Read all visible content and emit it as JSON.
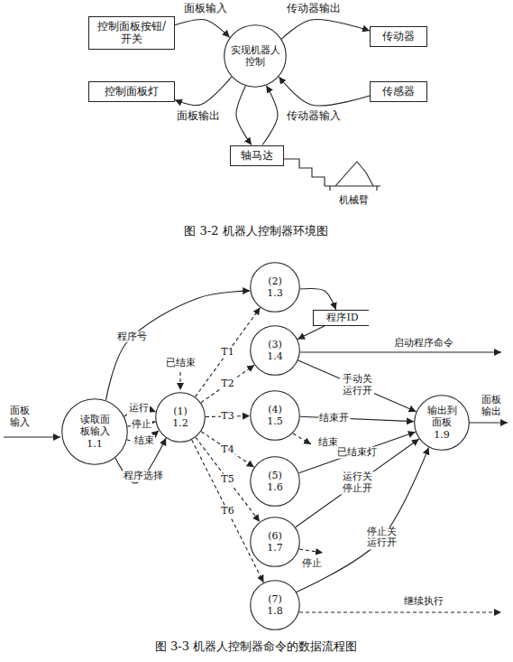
{
  "diagram": {
    "caption": "图 3-3 机器人控制器命令的数据流程图",
    "nodes": [
      {
        "text": [
          "控制面板按钮/开关"
        ]
      },
      {
        "text": [
          "实现机器人控制"
        ]
      },
      {
        "text": [
          "传动器"
        ]
      },
      {
        "text": [
          "控制面板灯"
        ]
      },
      {
        "text": [
          "传感器"
        ]
      },
      {
        "text": [
          "轴马达"
        ]
      },
      {
        "text": [
          "读取面板输入",
          "1.1"
        ]
      },
      {
        "text": [
          "(1)",
          "1.2"
        ]
      },
      {
        "text": [
          "(2)",
          "1.3"
        ]
      },
      {
        "text": [
          "程序ID"
        ]
      },
      {
        "text": [
          "(3)",
          "1.4"
        ]
      },
      {
        "text": [
          "(4)",
          "1.5"
        ]
      },
      {
        "text": [
          "(5)",
          "1.6"
        ]
      },
      {
        "text": [
          "(6)",
          "1.7"
        ]
      },
      {
        "text": [
          "(7)",
          "1.8"
        ]
      },
      {
        "text": [
          "输出到面板",
          "1.9"
        ]
      }
    ],
    "edges": [
      {
        "from": 0,
        "to": 1,
        "arrow": "to",
        "label": "面板输入"
      },
      {
        "from": 1,
        "to": 2,
        "arrow": "to",
        "label": "传动器输出"
      },
      {
        "from": 1,
        "to": 3,
        "arrow": "to",
        "label": "面板输出"
      },
      {
        "from": 4,
        "to": 1,
        "arrow": "to",
        "label": "传动器输入"
      },
      {
        "from": 1,
        "to": 5,
        "arrow": "to"
      },
      {
        "from": 5,
        "to": 1,
        "arrow": "to"
      },
      {
        "from": 6,
        "to": 8,
        "arrow": "to",
        "label": "程序号"
      },
      {
        "from": 6,
        "to": 7,
        "arrow": "to",
        "label": "运行"
      },
      {
        "from": 6,
        "to": 7,
        "arrow": "to",
        "label": "停止"
      },
      {
        "from": 6,
        "to": 7,
        "arrow": "to",
        "label": "结束"
      },
      {
        "from": 6,
        "to": 7,
        "arrow": "to",
        "label": "程序选择"
      },
      {
        "from": 7,
        "to": 8,
        "arrow": "to",
        "label": "T1"
      },
      {
        "from": 7,
        "to": 10,
        "arrow": "to",
        "label": "T2"
      },
      {
        "from": 7,
        "to": 11,
        "arrow": "to",
        "label": "T3"
      },
      {
        "from": 7,
        "to": 12,
        "arrow": "to",
        "label": "T4"
      },
      {
        "from": 7,
        "to": 13,
        "arrow": "to",
        "label": "T5"
      },
      {
        "from": 7,
        "to": 14,
        "arrow": "to",
        "label": "T6"
      },
      {
        "from": 8,
        "to": 9,
        "arrow": "to"
      },
      {
        "from": 9,
        "to": 10,
        "arrow": "to"
      },
      {
        "from": 10,
        "to": 15,
        "arrow": "to",
        "label": "手动关 运行开"
      },
      {
        "from": 11,
        "to": 15,
        "arrow": "to",
        "label": "结束开"
      },
      {
        "from": 12,
        "to": 15,
        "arrow": "to",
        "label": "已结束灯"
      },
      {
        "from": 13,
        "to": 15,
        "arrow": "to",
        "label": "运行关 停止开"
      },
      {
        "from": 14,
        "to": 15,
        "arrow": "to",
        "label": "停止关 运行开"
      }
    ],
    "labels": [
      "图 3-2 机器人控制器环境图",
      "机械臂",
      "面板输入",
      "面板输出",
      "已结束",
      "启动程序命令",
      "结束",
      "停止",
      "继续执行"
    ]
  }
}
